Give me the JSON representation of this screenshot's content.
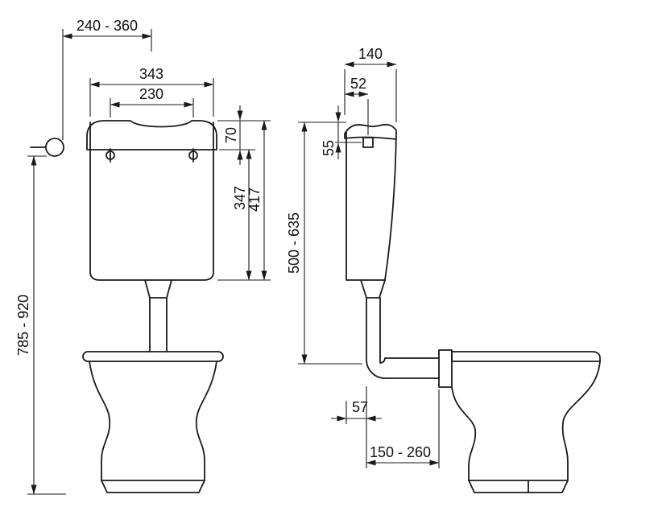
{
  "page": {
    "background": "#ffffff",
    "line_color": "#1a1a1a"
  },
  "front_view": {
    "supply_offset": "240 - 360",
    "cistern_width": "343",
    "bolt_spacing": "230",
    "lid_height": "70",
    "body_height": "347",
    "cistern_height": "417",
    "supply_height": "785 - 920"
  },
  "side_view": {
    "cistern_depth": "140",
    "inlet_offset": "52",
    "inlet_drop": "55",
    "flush_pipe_height": "500 - 635",
    "pipe_wall_clearance": "57",
    "outlet_reach": "150 - 260"
  }
}
